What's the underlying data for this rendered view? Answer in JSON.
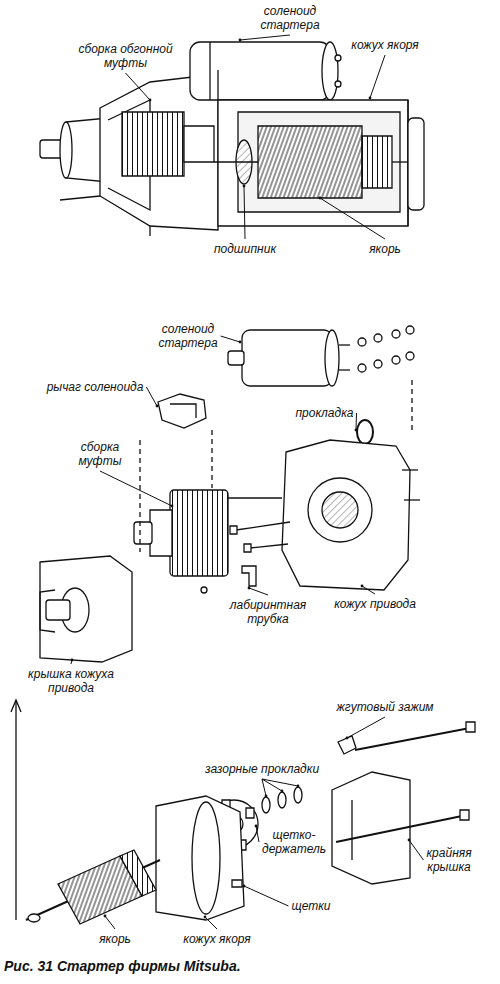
{
  "diagram": {
    "caption": "Рис. 31 Стартер фирмы Mitsuba.",
    "labels": [
      "соленоид стартера",
      "кожух якоря",
      "сборка обгонной муфты",
      "подшипник",
      "якорь",
      "соленоид стартера",
      "рычаг соленоида",
      "прокладка",
      "сборка муфты",
      "кожух привода",
      "лабиринтная трубка",
      "крышка кожуха привода",
      "жгутовый зажим",
      "зазорные прокладки",
      "щетко-держатель",
      "крайняя крышка",
      "якорь",
      "кожух якоря",
      "щетки"
    ]
  }
}
